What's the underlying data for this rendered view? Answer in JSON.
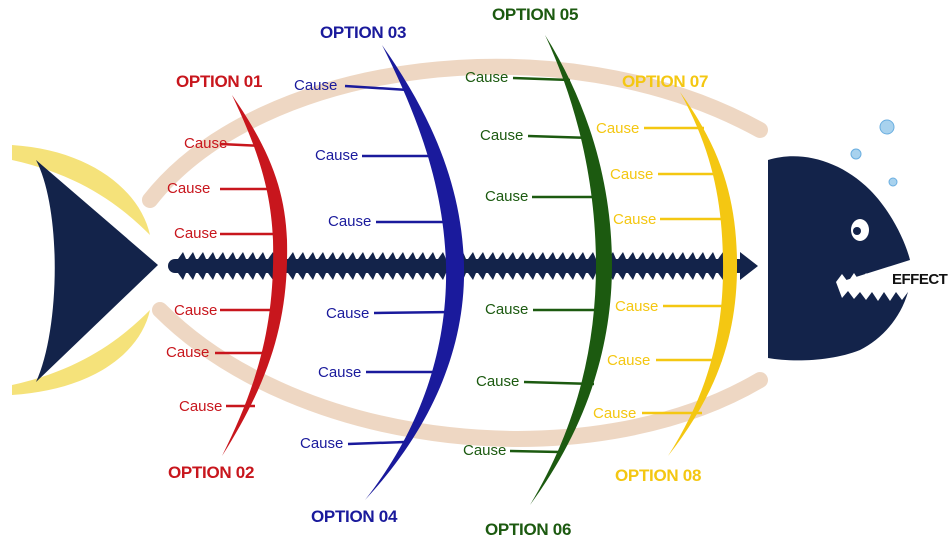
{
  "colors": {
    "navy": "#13234a",
    "red": "#c8161d",
    "blue": "#1a1a9c",
    "green": "#1c5a10",
    "yellow": "#f4c712",
    "peach": "#ecd3bd",
    "tail_glow": "#f5e27a",
    "bubble": "#a8d2ee"
  },
  "effect": {
    "label": "EFFECT"
  },
  "options": {
    "o1": {
      "label": "OPTION 01"
    },
    "o2": {
      "label": "OPTION 02"
    },
    "o3": {
      "label": "OPTION 03"
    },
    "o4": {
      "label": "OPTION 04"
    },
    "o5": {
      "label": "OPTION 05"
    },
    "o6": {
      "label": "OPTION 06"
    },
    "o7": {
      "label": "OPTION 07"
    },
    "o8": {
      "label": "OPTION 08"
    }
  },
  "cause_label": "Cause"
}
